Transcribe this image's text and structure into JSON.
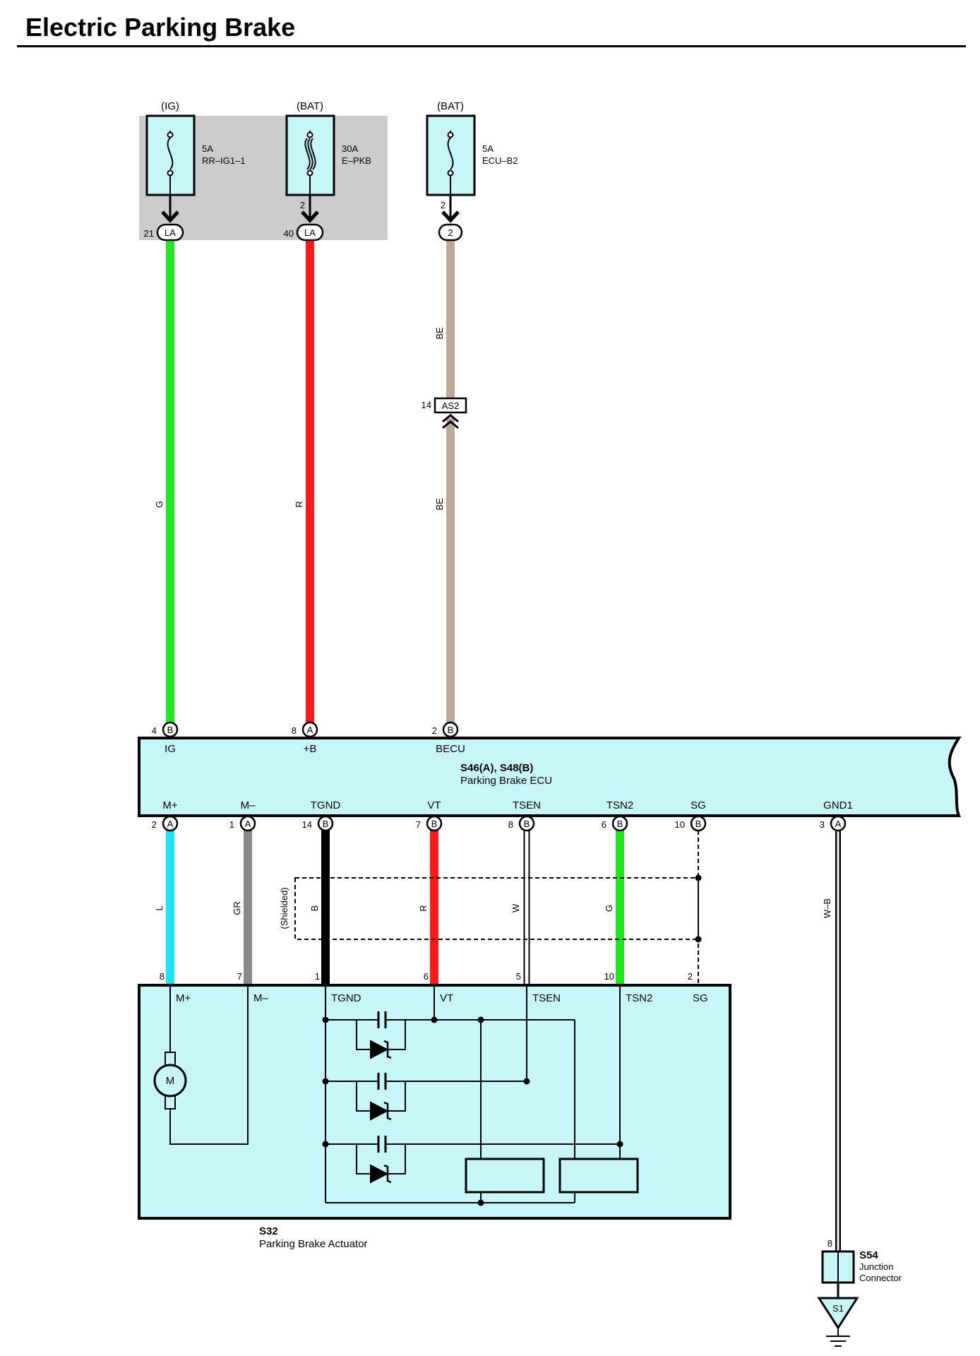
{
  "title": "Electric Parking Brake",
  "colors": {
    "wire_G": "#22e722",
    "wire_R": "#ff1a1a",
    "wire_BE": "#bda899",
    "wire_L": "#1ee4f4",
    "wire_GR": "#8a8a8a",
    "wire_B": "#000000",
    "wire_W": "#ffffff",
    "component_fill": "#c8f6f8",
    "junction_block_fill": "#cccccc"
  },
  "fuses": [
    {
      "source": "(IG)",
      "rating": "5A",
      "name": "RR–IG1–1",
      "pin": "",
      "conn_pin": "21",
      "conn": "LA"
    },
    {
      "source": "(BAT)",
      "rating": "30A",
      "name": "E–PKB",
      "pin": "2",
      "conn_pin": "40",
      "conn": "LA"
    },
    {
      "source": "(BAT)",
      "rating": "5A",
      "name": "ECU–B2",
      "pin": "2",
      "conn_pin": "",
      "conn": "2"
    }
  ],
  "upper_wires": {
    "ig": "G",
    "b": "R",
    "becu_top": "BE",
    "becu_bottom": "BE"
  },
  "inline_connector": {
    "pin": "14",
    "name": "AS2"
  },
  "ecu": {
    "id": "S46(A), S48(B)",
    "name": "Parking Brake ECU",
    "top_pins": [
      {
        "num": "4",
        "conn": "B",
        "label": "IG"
      },
      {
        "num": "8",
        "conn": "A",
        "label": "+B"
      },
      {
        "num": "2",
        "conn": "B",
        "label": "BECU"
      }
    ],
    "bottom_pins": [
      {
        "num": "2",
        "conn": "A",
        "label": "M+"
      },
      {
        "num": "1",
        "conn": "A",
        "label": "M–"
      },
      {
        "num": "14",
        "conn": "B",
        "label": "TGND"
      },
      {
        "num": "7",
        "conn": "B",
        "label": "VT"
      },
      {
        "num": "8",
        "conn": "B",
        "label": "TSEN"
      },
      {
        "num": "6",
        "conn": "B",
        "label": "TSN2"
      },
      {
        "num": "10",
        "conn": "B",
        "label": "SG"
      },
      {
        "num": "3",
        "conn": "A",
        "label": "GND1"
      }
    ]
  },
  "lower_wires": {
    "m_plus": "L",
    "m_minus": "GR",
    "tgnd": "B",
    "vt": "R",
    "tsen": "W",
    "tsn2": "G",
    "gnd1": "W–B"
  },
  "shield_label": "(Shielded)",
  "actuator": {
    "id": "S32",
    "name": "Parking Brake Actuator",
    "motor": "M",
    "pins": [
      {
        "num": "8",
        "label": "M+"
      },
      {
        "num": "7",
        "label": "M–"
      },
      {
        "num": "1",
        "label": "TGND"
      },
      {
        "num": "6",
        "label": "VT"
      },
      {
        "num": "5",
        "label": "TSEN"
      },
      {
        "num": "10",
        "label": "TSN2"
      },
      {
        "num": "2",
        "label": "SG"
      }
    ]
  },
  "junction": {
    "id": "S54",
    "name_line1": "Junction",
    "name_line2": "Connector",
    "pin": "8"
  },
  "ground": {
    "name": "S1"
  }
}
